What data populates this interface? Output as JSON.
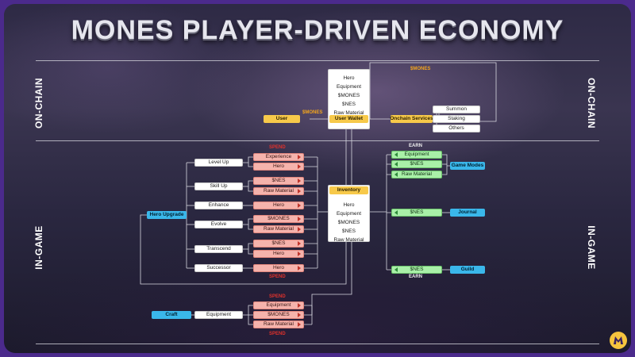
{
  "title": "MONES PLAYER-DRIVEN ECONOMY",
  "sections": {
    "onchain": "ON-CHAIN",
    "ingame": "IN-GAME"
  },
  "onchain": {
    "user": "User",
    "money_label": "$MONES",
    "money_label_top": "$MONES",
    "wallet_items": [
      "Hero",
      "Equipment",
      "$MONES",
      "$NES",
      "Raw Material"
    ],
    "wallet_title": "User Wallet",
    "services": "Onchain Services",
    "service_items": [
      "Summon",
      "Staking",
      "Others"
    ]
  },
  "upgrade": {
    "hub": "Hero Upgrade",
    "spend_top": "SPEND",
    "spend_bottom": "SPEND",
    "actions": [
      {
        "name": "Level Up",
        "costs": [
          "Experience",
          "Hero"
        ]
      },
      {
        "name": "Skill Up",
        "costs": [
          "$NES",
          "Raw Material"
        ]
      },
      {
        "name": "Enhance",
        "costs": [
          "Hero"
        ]
      },
      {
        "name": "Evolve",
        "costs": [
          "$MONES",
          "Raw Material"
        ]
      },
      {
        "name": "Transcend",
        "costs": [
          "$NES",
          "Hero"
        ]
      },
      {
        "name": "Successor",
        "costs": [
          "Hero"
        ]
      }
    ]
  },
  "inventory": {
    "title": "Inventory",
    "items": [
      "Hero",
      "Equipment",
      "$MONES",
      "$NES",
      "Raw Material"
    ]
  },
  "earn": {
    "earn_top": "EARN",
    "earn_bottom": "EARN",
    "game_modes": {
      "label": "Game Modes",
      "rewards": [
        "Equipment",
        "$NES",
        "Raw Material"
      ]
    },
    "journal": {
      "label": "Journal",
      "rewards": [
        "$NES"
      ]
    },
    "guild": {
      "label": "Guild",
      "rewards": [
        "$NES"
      ]
    }
  },
  "craft": {
    "hub": "Craft",
    "action": "Equipment",
    "spend_top": "SPEND",
    "spend_bottom": "SPEND",
    "costs": [
      "Equipment",
      "$MONES",
      "Raw Material"
    ]
  },
  "colors": {
    "wallet": "#f7c94a",
    "hub": "#3ab7ea",
    "spend": "#f5b3ac",
    "earn": "#a9f0a8",
    "spend_label": "#e0322b",
    "money_label": "#f3a51c"
  }
}
